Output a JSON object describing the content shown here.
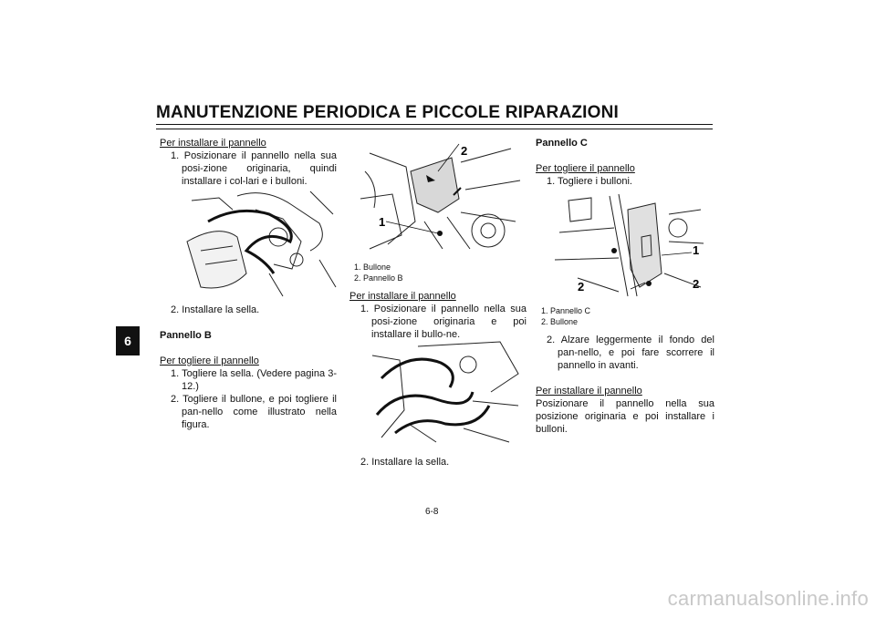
{
  "header": {
    "title": "MANUTENZIONE PERIODICA E PICCOLE RIPARAZIONI"
  },
  "chapter_tab": "6",
  "col1": {
    "install_heading": "Per installare il pannello",
    "install_step1": "1. Posizionare il pannello nella sua posi-zione originaria, quindi installare i col-lari e i bulloni.",
    "install_step2": "2. Installare la sella.",
    "panel_b_heading": "Pannello B",
    "remove_heading": "Per togliere il pannello",
    "remove_step1": "1. Togliere la sella. (Vedere pagina 3-12.)",
    "remove_step2": "2. Togliere il bullone, e poi togliere il pan-nello come illustrato nella figura."
  },
  "col2": {
    "fig_callouts": {
      "n1": "1",
      "n2": "2"
    },
    "caption1": "1. Bullone",
    "caption2": "2. Pannello B",
    "install_heading": "Per installare il pannello",
    "install_step1": "1. Posizionare il pannello nella sua posi-zione originaria e poi installare il bullo-ne.",
    "install_step2": "2. Installare la sella."
  },
  "col3": {
    "panel_c_heading": "Pannello C",
    "remove_heading": "Per togliere il pannello",
    "remove_step1": "1. Togliere i bulloni.",
    "fig_callouts": {
      "n1": "1",
      "n2a": "2",
      "n2b": "2"
    },
    "caption1": "1. Pannello C",
    "caption2": "2. Bullone",
    "remove_step2": "2. Alzare leggermente il fondo del pan-nello, e poi fare scorrere il pannello in avanti.",
    "install_heading": "Per installare il pannello",
    "install_text": "Posizionare il pannello nella sua posizione originaria e poi installare i bulloni."
  },
  "footer": {
    "page_number": "6-8"
  },
  "watermark": "carmanualsonline.info"
}
